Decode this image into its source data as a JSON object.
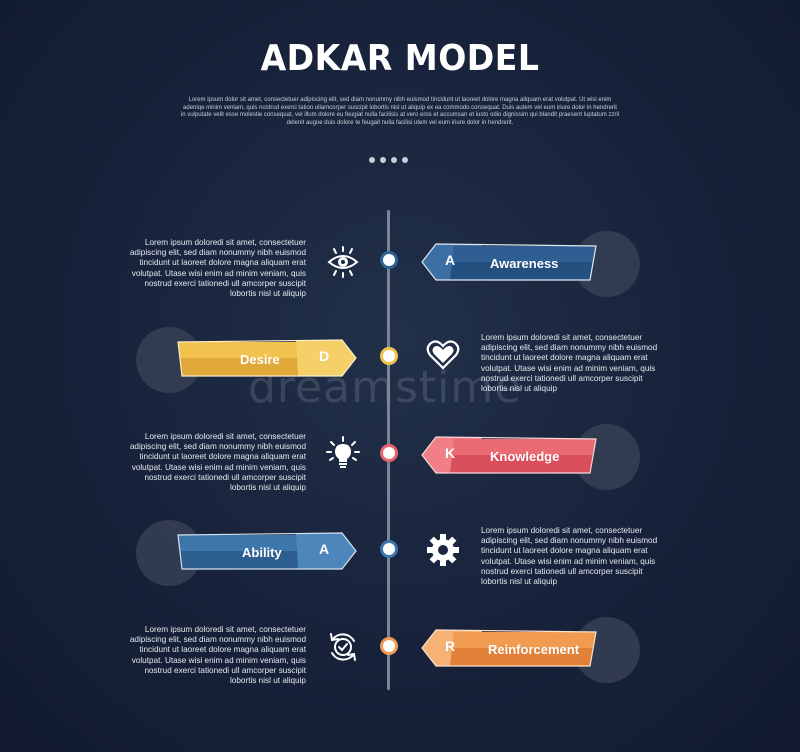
{
  "title": "ADKAR MODEL",
  "intro": "Lorem ipsum dolor sit amet, consectetuer adipiscing elit, sed diam nonummy nibh euismod tincidunt ut laoreet dolore magna aliquam erat volutpat. Ut wisi enim adeniqe minim veniam, quis nostrud exerci tation ullamcorper suscipit lobortis nisl ut aliquip ex ea commodo consequat. Duis autem vel eum iriure dolor in hendrerit in vulputate velit esse molestie consequat, vel illum dolore eu feugiat nulla facilisis at vero eros et accumsan et iusto odio dignissim qui blandit praesent luptatum zzril delenit augue duis dolore te feugait nulla facilisi utem vel eum iriure dolor in hendrerit.",
  "desc_text": "Lorem ipsum doloredi sit amet, consectetuer adipiscing elit, sed diam nonummy nibh euismod tincidunt ut laoreet dolore magna aliquam erat volutpat. Utase wisi enim ad minim veniam, quis nostrud exerci tationedi ull amcorper suscipit lobortis nisl ut aliquip",
  "watermark": "dreamstime",
  "colors": {
    "awareness": "#2e5d8c",
    "desire": "#f0c04a",
    "knowledge": "#e8626d",
    "ability": "#3a73a8",
    "reinforcement": "#f09a4e"
  },
  "steps": [
    {
      "letter": "A",
      "label": "Awareness",
      "icon": "eye-icon",
      "color": "#2f6294",
      "desc": "Lorem ipsum doloredi sit amet, consectetuer adipiscing elit, sed diam nonummy nibh euismod tincidunt ut laoreet dolore magna aliquam erat volutpat. Utase wisi enim ad minim veniam, quis nostrud exerci tationedi ull amcorper suscipit lobortis nisl ut aliquip"
    },
    {
      "letter": "D",
      "label": "Desire",
      "icon": "heart-icon",
      "color": "#f2c24e",
      "desc": "Lorem ipsum doloredi sit amet, consectetuer adipiscing elit, sed diam nonummy nibh euismod tincidunt ut laoreet dolore magna aliquam erat volutpat. Utase wisi enim ad minim veniam, quis nostrud exerci tationedi ull amcorper suscipit lobortis nisl ut aliquip"
    },
    {
      "letter": "K",
      "label": "Knowledge",
      "icon": "lightbulb-icon",
      "color": "#e9636d",
      "desc": "Lorem ipsum doloredi sit amet, consectetuer adipiscing elit, sed diam nonummy nibh euismod tincidunt ut laoreet dolore magna aliquam erat volutpat. Utase wisi enim ad minim veniam, quis nostrud exerci tationedi ull amcorper suscipit lobortis nisl ut aliquip"
    },
    {
      "letter": "A",
      "label": "Ability",
      "icon": "gear-icon",
      "color": "#3c76ab",
      "desc": "Lorem ipsum doloredi sit amet, consectetuer adipiscing elit, sed diam nonummy nibh euismod tincidunt ut laoreet dolore magna aliquam erat volutpat. Utase wisi enim ad minim veniam, quis nostrud exerci tationedi ull amcorper suscipit lobortis nisl ut aliquip"
    },
    {
      "letter": "R",
      "label": "Reinforcement",
      "icon": "refresh-check-icon",
      "color": "#f09b4f",
      "desc": "Lorem ipsum doloredi sit amet, consectetuer adipiscing elit, sed diam nonummy nibh euismod tincidunt ut laoreet dolore magna aliquam erat volutpat. Utase wisi enim ad minim veniam, quis nostrud exerci tationedi ull amcorper suscipit lobortis nisl ut aliquip"
    }
  ]
}
